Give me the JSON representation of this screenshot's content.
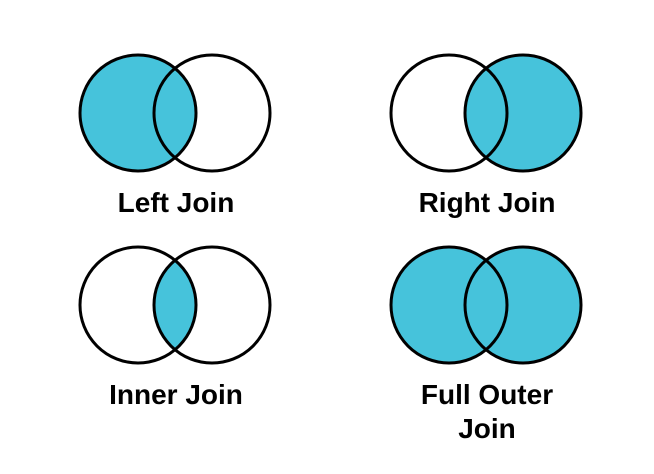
{
  "colors": {
    "fill": "#46C3DB",
    "outline": "#000000",
    "background": "#FFFFFF",
    "label_text": "#000000"
  },
  "diagrams": [
    {
      "label": "Left Join",
      "position": "top-left",
      "filled_regions": [
        "left-circle"
      ]
    },
    {
      "label": "Right Join",
      "position": "top-right",
      "filled_regions": [
        "right-circle"
      ]
    },
    {
      "label": "Inner Join",
      "position": "bottom-left",
      "filled_regions": [
        "intersection"
      ]
    },
    {
      "label": "Full Outer Join",
      "position": "bottom-right",
      "filled_regions": [
        "left-circle",
        "right-circle"
      ]
    }
  ]
}
